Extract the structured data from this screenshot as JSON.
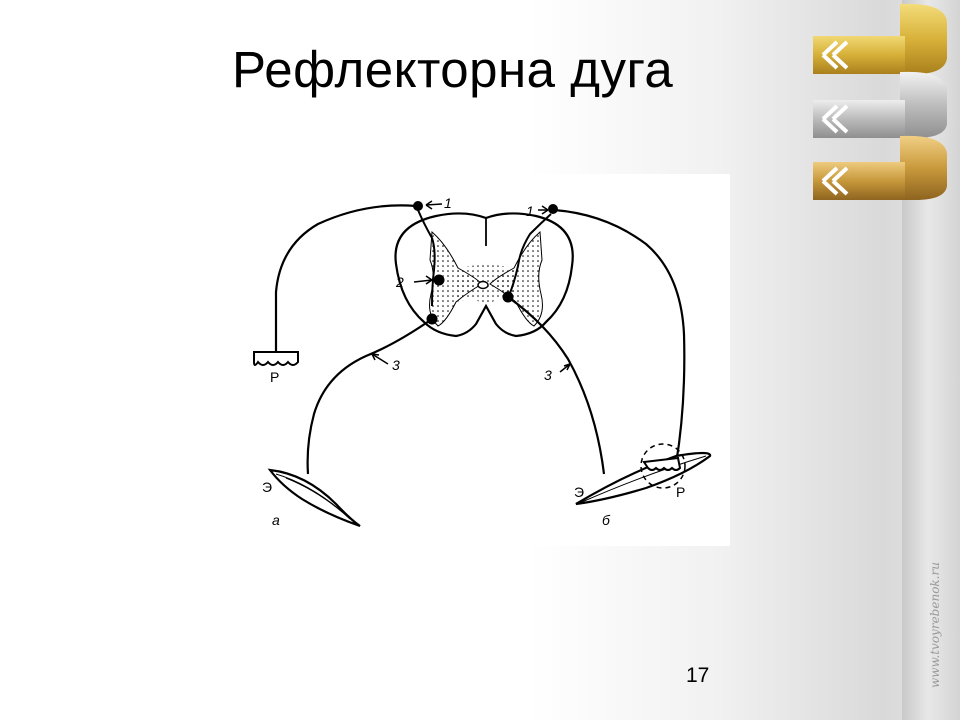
{
  "title": "Рефлекторна дуга",
  "page_number": "17",
  "watermark": "www.tvoyrebenok.ru",
  "diagram": {
    "labels": {
      "neuron_1_left": "1",
      "neuron_1_right": "1",
      "neuron_2": "2",
      "neuron_3_left": "3",
      "neuron_3_right": "3",
      "receptor_left": "Р",
      "receptor_right": "Р",
      "effector_left": "Э",
      "effector_right": "Э",
      "panel_a": "а",
      "panel_b": "б"
    }
  },
  "colors": {
    "ribbon_gold": "#d8b23a",
    "ribbon_silver": "#b9b9b9",
    "ribbon_bronze": "#c99a3c",
    "line": "#000000"
  }
}
